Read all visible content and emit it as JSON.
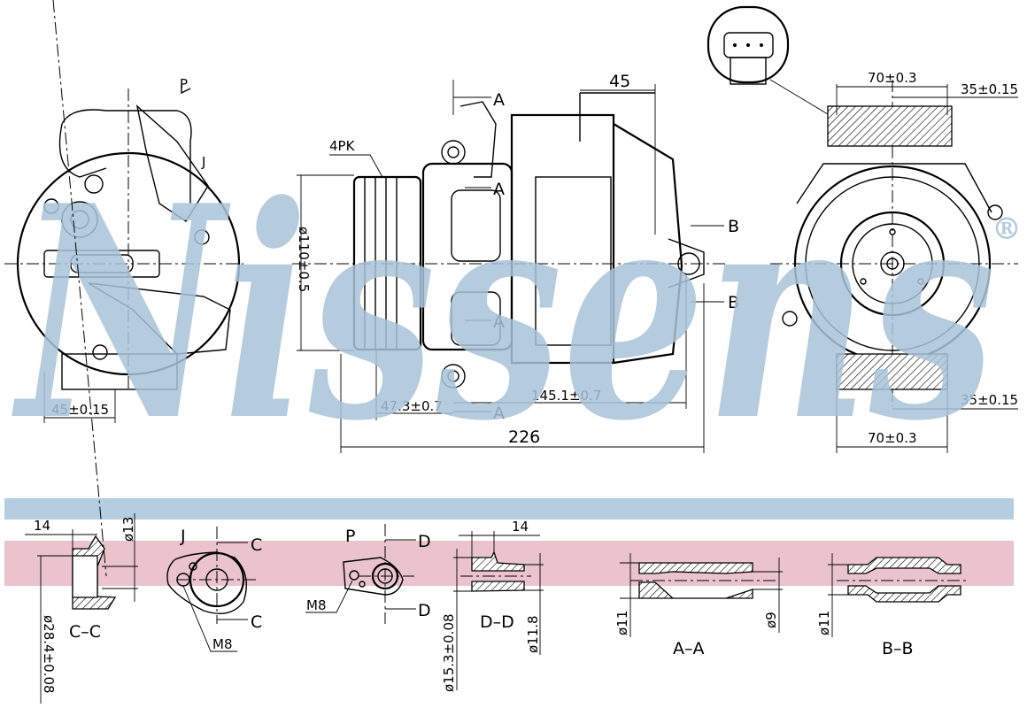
{
  "watermark": {
    "brand": "Nissens",
    "registered": "®"
  },
  "colors": {
    "watermark": "#a9c3d9",
    "band_blue": "#b5cde0",
    "band_pink": "#e6b9c3"
  },
  "main_views": {
    "left_view": {
      "dim_width": "45±0.15",
      "label_p": "P",
      "label_j": "J"
    },
    "side_view": {
      "belt": "4PK",
      "pulley_diameter": "ø110±0.5",
      "dim_top": "45",
      "section_a": "A",
      "section_b": "B",
      "dim_pulley_offset": "47.3±0.7",
      "dim_mount": "145.1±0.7",
      "dim_total": "226"
    },
    "front_view": {
      "dim_top_width": "70±0.3",
      "dim_top_half": "35±0.15",
      "dim_bottom_half": "35±0.15",
      "dim_bottom_width": "70±0.3"
    }
  },
  "details": {
    "cc": {
      "dim_length": "14",
      "dim_bore": "ø13",
      "dim_outer": "ø28.4±0.08",
      "title": "C–C"
    },
    "j": {
      "title": "J",
      "cut": "C",
      "thread": "M8"
    },
    "p": {
      "title": "P",
      "cut": "D",
      "thread": "M8"
    },
    "dd": {
      "dim_length": "14",
      "dim_outer": "ø15.3±0.08",
      "dim_bore": "ø11.8",
      "title": "D–D"
    },
    "aa": {
      "dim_left": "ø11",
      "dim_right": "ø9",
      "title": "A–A"
    },
    "bb": {
      "dim_left": "ø11",
      "title": "B–B"
    }
  }
}
